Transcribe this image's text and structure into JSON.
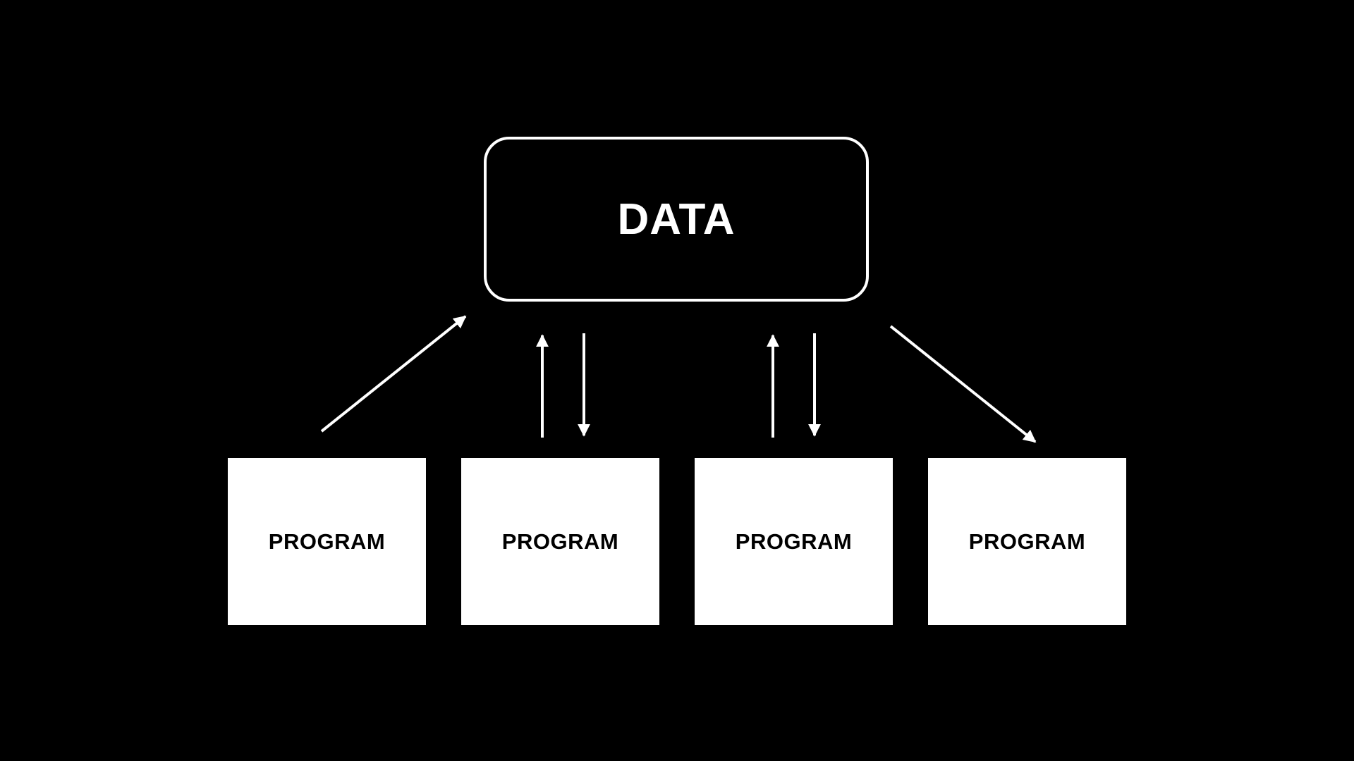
{
  "diagram": {
    "data_node": {
      "label": "DATA"
    },
    "program_nodes": [
      {
        "label": "PROGRAM"
      },
      {
        "label": "PROGRAM"
      },
      {
        "label": "PROGRAM"
      },
      {
        "label": "PROGRAM"
      }
    ],
    "colors": {
      "background": "#000000",
      "stroke": "#ffffff",
      "program_fill": "#ffffff",
      "program_text": "#000000"
    }
  }
}
